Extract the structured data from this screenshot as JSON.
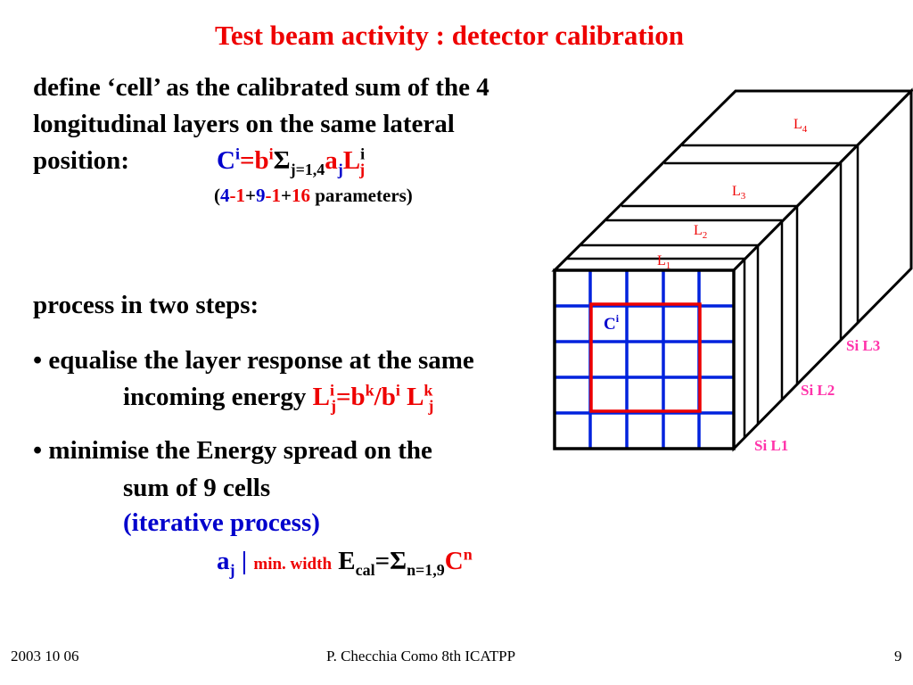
{
  "title": "Test beam activity : detector calibration",
  "intro": {
    "line1": "define ‘cell’ as the calibrated sum of the 4",
    "line2": "longitudinal layers on  the same lateral",
    "line3_prefix": "position:",
    "formula": {
      "C": "C",
      "sup_i1": "i",
      "eq": "=",
      "b": "b",
      "sup_i2": "i",
      "sigma": "Σ",
      "sub_range": "j=1,4",
      "a": "a",
      "sub_j1": "j",
      "L": "L",
      "sup_i3": "i",
      "sub_j2": "j"
    },
    "params": {
      "open": "(",
      "n1": "4",
      "m1": "-1",
      "plus1": "+",
      "n2": "9",
      "m2": "-1",
      "plus2": "+",
      "n3": "16",
      "rest": " parameters)"
    }
  },
  "steps_heading": "process in two steps:",
  "bullet1": {
    "marker": "•",
    "text": "equalise the layer response at the same",
    "line2_prefix": "incoming energy ",
    "formula": {
      "L": "L",
      "sup_i": "i",
      "sub_j": "j",
      "eq": "=b",
      "sup_k": "k",
      "slash": "/b",
      "sup_i2": "i",
      "L2": " L",
      "sup_k2": "k",
      "sub_j2": "j"
    }
  },
  "bullet2": {
    "marker": "•",
    "text": "minimise  the Energy spread on the",
    "line2": "sum of 9 cells",
    "line3": "(iterative process)",
    "formula": {
      "a": "a",
      "sub_j": "j",
      "bar": " | ",
      "minwidth": "min. width",
      "E": " E",
      "sub_cal": "cal",
      "eq": "=Σ",
      "sub_n": "n=1,9",
      "C": "C",
      "sup_n": "n"
    }
  },
  "diagram": {
    "layers": [
      {
        "L": "L",
        "n": "4"
      },
      {
        "L": "L",
        "n": "3"
      },
      {
        "L": "L",
        "n": "2"
      },
      {
        "L": "L",
        "n": "1"
      }
    ],
    "cell_label": {
      "C": "C",
      "sup": "i"
    },
    "si_labels": [
      "Si L3",
      "Si L2",
      "Si L1"
    ],
    "colors": {
      "grid": "#0022dd",
      "cell": "#ee0000",
      "si": "#ff33aa",
      "frame": "#000000"
    }
  },
  "footer": {
    "date": "2003 10 06",
    "center": "P. Checchia  Como  8th ICATPP",
    "page": "9"
  }
}
